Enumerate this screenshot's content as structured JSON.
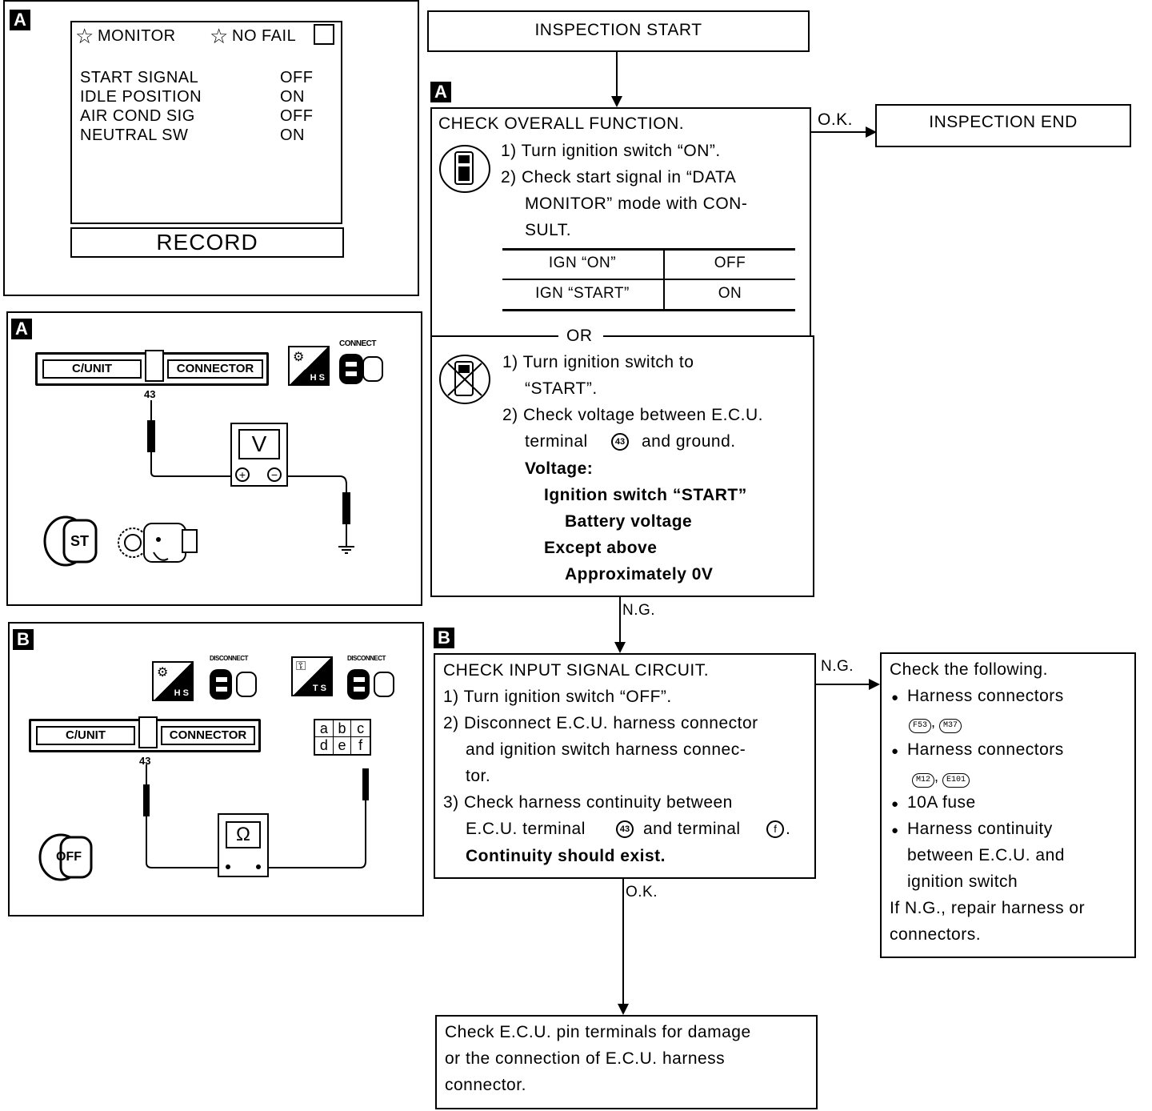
{
  "monitor_panel": {
    "tag": "A",
    "header_monitor": "MONITOR",
    "header_nofail": "NO FAIL",
    "rows": [
      {
        "label": "START SIGNAL",
        "value": "OFF"
      },
      {
        "label": "IDLE POSITION",
        "value": "ON"
      },
      {
        "label": "AIR COND SIG",
        "value": "OFF"
      },
      {
        "label": "NEUTRAL SW",
        "value": "ON"
      }
    ],
    "record_button": "RECORD"
  },
  "panel_a_diagram": {
    "tag": "A",
    "connector_left": "C/UNIT",
    "connector_right": "CONNECTOR",
    "terminal": "43",
    "hs_label": "H S",
    "connect_label": "CONNECT",
    "meter_symbol": "V",
    "plus": "+",
    "minus": "−",
    "key_label": "ST"
  },
  "panel_b_diagram": {
    "tag": "B",
    "connector_left": "C/UNIT",
    "connector_right": "CONNECTOR",
    "terminal": "43",
    "hs_label": "H S",
    "ts_label": "T S",
    "disconnect_label": "DISCONNECT",
    "meter_symbol": "Ω",
    "grid": [
      "a",
      "b",
      "c",
      "d",
      "e",
      "f"
    ],
    "key_label": "OFF"
  },
  "flow": {
    "start": "INSPECTION START",
    "end": "INSPECTION END",
    "ok1": "O.K.",
    "ng1": "N.G.",
    "ng2": "N.G.",
    "ok2": "O.K.",
    "box_a": {
      "tag": "A",
      "title": "CHECK OVERALL FUNCTION.",
      "steps": [
        "1) Turn ignition switch “ON”.",
        "2) Check start signal in “DATA",
        "MONITOR” mode with CON-",
        "SULT."
      ],
      "table": [
        {
          "col1": "IGN “ON”",
          "col2": "OFF"
        },
        {
          "col1": "IGN “START”",
          "col2": "ON"
        }
      ],
      "or": "OR",
      "alt_steps": [
        "1) Turn ignition switch to",
        "“START”.",
        "2) Check voltage between E.C.U.",
        "terminal",
        "and ground."
      ],
      "terminal_num": "43",
      "voltage_title": "Voltage:",
      "voltage_lines": [
        "Ignition switch “START”",
        "Battery voltage",
        "Except above",
        "Approximately 0V"
      ]
    },
    "box_b": {
      "tag": "B",
      "title": "CHECK INPUT SIGNAL CIRCUIT.",
      "lines": [
        "1) Turn ignition switch “OFF”.",
        "2) Disconnect E.C.U. harness connector",
        "and ignition switch harness connec-",
        "tor.",
        "3) Check harness continuity between",
        "E.C.U. terminal",
        "and terminal",
        "Continuity should exist."
      ],
      "terminal_num": "43",
      "terminal_f": "f"
    },
    "check_following": {
      "title": "Check the following.",
      "items": [
        "Harness connectors",
        "Harness connectors",
        "10A fuse",
        "Harness continuity",
        "between E.C.U. and",
        "ignition switch"
      ],
      "conn1": [
        "F53",
        "M37"
      ],
      "conn2": [
        "M12",
        "E101"
      ],
      "footer1": "If N.G., repair harness or",
      "footer2": "connectors."
    },
    "final_box": [
      "Check E.C.U. pin terminals for damage",
      "or the connection of E.C.U. harness",
      "connector."
    ]
  }
}
